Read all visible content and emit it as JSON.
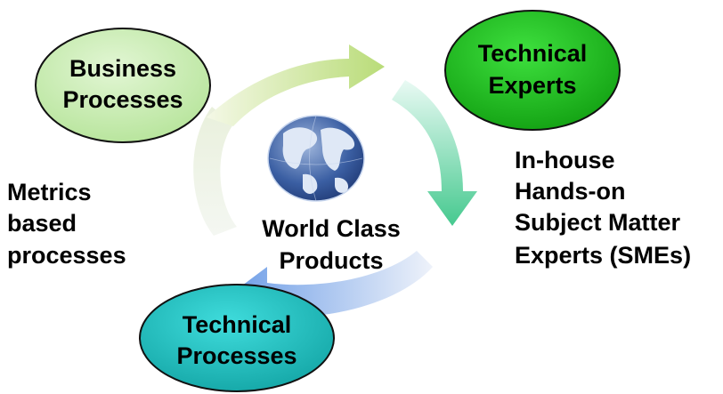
{
  "nodes": {
    "business": {
      "line1": "Business",
      "line2": "Processes",
      "color": "#bfe8a8"
    },
    "technical_experts": {
      "line1": "Technical",
      "line2": "Experts",
      "color": "#1fb51f"
    },
    "technical_processes": {
      "line1": "Technical",
      "line2": "Processes",
      "color": "#1bb9b9"
    }
  },
  "center": {
    "line1": "World Class",
    "line2": "Products"
  },
  "left_note": {
    "line1": "Metrics",
    "line2": "based",
    "line3": "processes"
  },
  "right_note": {
    "line1": "In-house",
    "line2": "Hands-on",
    "line3": "Subject Matter",
    "line4": "Experts (SMEs)"
  },
  "icons": {
    "center": "globe-icon"
  }
}
